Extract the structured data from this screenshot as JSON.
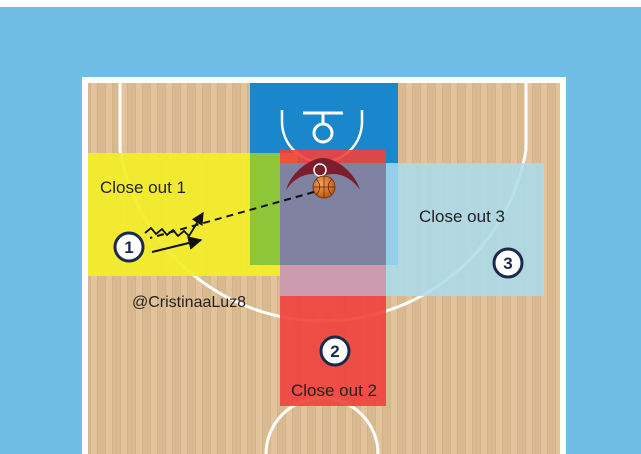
{
  "colors": {
    "background": "#6fbde4",
    "court_wood": "#d9b990",
    "court_line": "#ffffff",
    "paint": "#1a86cc",
    "zone1": "#f3ee2a",
    "zone2": "#f0413c",
    "zone3": "#a9dcef",
    "overlap": "#88c43a",
    "player_ring": "#1a2a4a",
    "logo": "#7a1e2e",
    "ball": "#e07a28"
  },
  "zones": [
    {
      "id": "zone1",
      "label": "Close out 1"
    },
    {
      "id": "zone2",
      "label": "Close out 2"
    },
    {
      "id": "zone3",
      "label": "Close out 3"
    }
  ],
  "players": [
    {
      "id": "p1",
      "number": "1"
    },
    {
      "id": "p2",
      "number": "2"
    },
    {
      "id": "p3",
      "number": "3"
    }
  ],
  "credit": "@CristinaaLuz8",
  "icons": {
    "ball": "basketball-icon",
    "logo": "team-logo-icon",
    "hoop": "basket-hoop-icon"
  },
  "pass": {
    "style": "dashed",
    "from": "ball",
    "to": "p1"
  }
}
